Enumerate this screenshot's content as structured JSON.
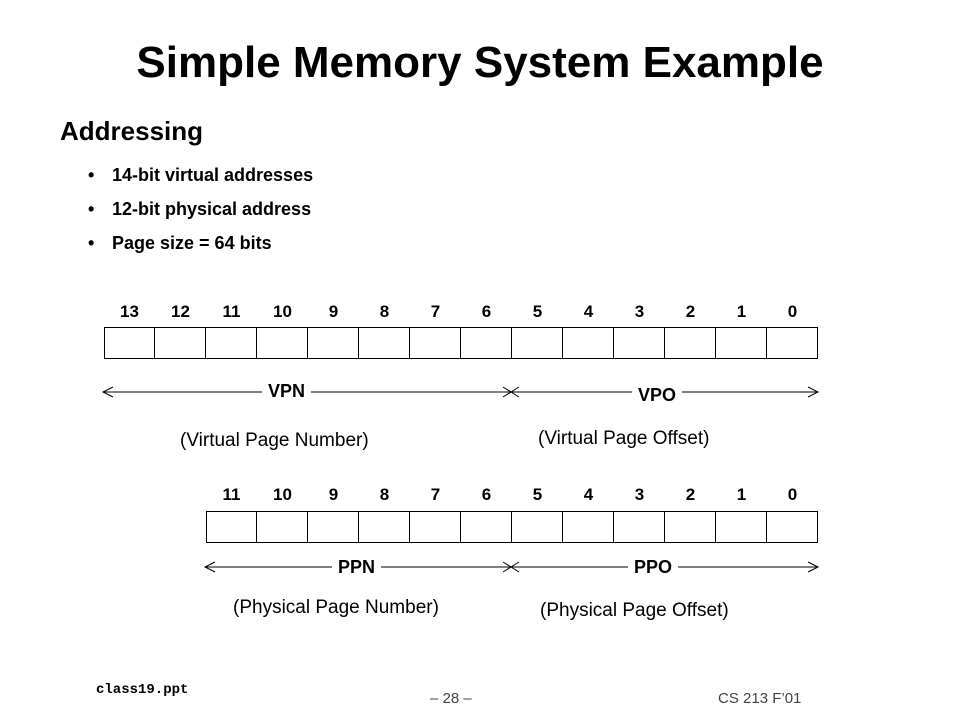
{
  "slide": {
    "title": "Simple Memory System Example",
    "heading": "Addressing",
    "bullets": [
      "14-bit virtual addresses",
      "12-bit physical address",
      "Page size = 64 bits"
    ],
    "bullet_glyph": "•"
  },
  "virtual_address": {
    "bits": [
      "13",
      "12",
      "11",
      "10",
      "9",
      "8",
      "7",
      "6",
      "5",
      "4",
      "3",
      "2",
      "1",
      "0"
    ],
    "vpn_label": "VPN",
    "vpo_label": "VPO",
    "vpn_desc": "(Virtual Page Number)",
    "vpo_desc": "(Virtual Page Offset)"
  },
  "physical_address": {
    "bits": [
      "11",
      "10",
      "9",
      "8",
      "7",
      "6",
      "5",
      "4",
      "3",
      "2",
      "1",
      "0"
    ],
    "ppn_label": "PPN",
    "ppo_label": "PPO",
    "ppn_desc": "(Physical Page Number)",
    "ppo_desc": "(Physical Page Offset)"
  },
  "footer": {
    "file": "class19.ppt",
    "page": "– 28 –",
    "course": "CS 213 F’01"
  }
}
